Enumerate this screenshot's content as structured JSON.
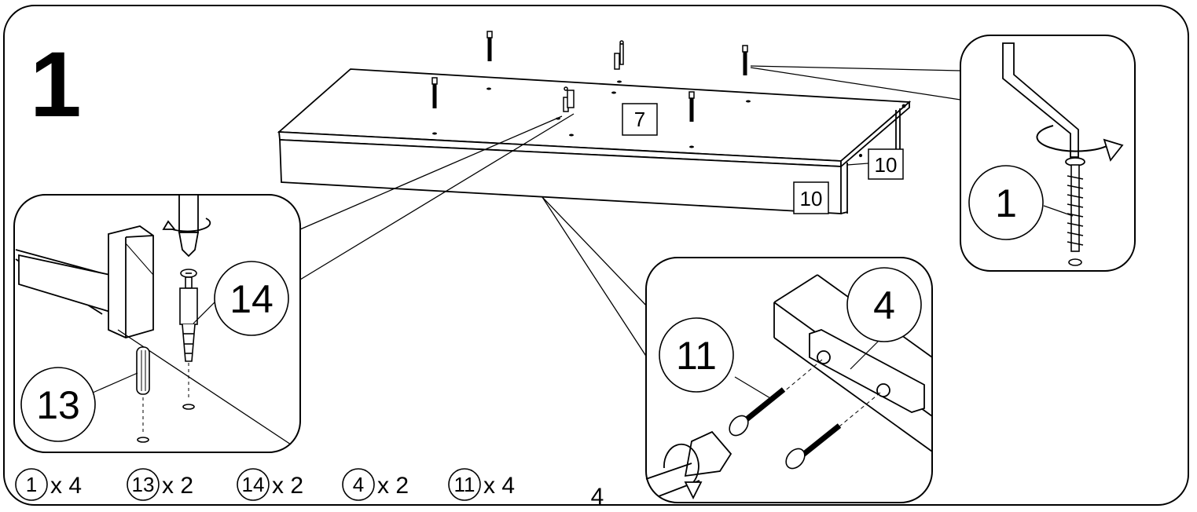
{
  "step": {
    "number": "1"
  },
  "board_labels": {
    "top_panel": "7",
    "side_right": "10",
    "side_front": "10"
  },
  "callouts": {
    "hex_key_detail": {
      "part": "1"
    },
    "dowel_detail": {
      "dowel_part": "13",
      "cam_part": "14"
    },
    "bracket_detail": {
      "screw_part": "11",
      "bracket_part": "4"
    }
  },
  "parts_list": [
    {
      "part": "1",
      "qty": "x 4"
    },
    {
      "part": "13",
      "qty": "x 2"
    },
    {
      "part": "14",
      "qty": "x 2"
    },
    {
      "part": "4",
      "qty": "x 2"
    },
    {
      "part": "11",
      "qty": "x 4"
    }
  ],
  "page_number": "4"
}
